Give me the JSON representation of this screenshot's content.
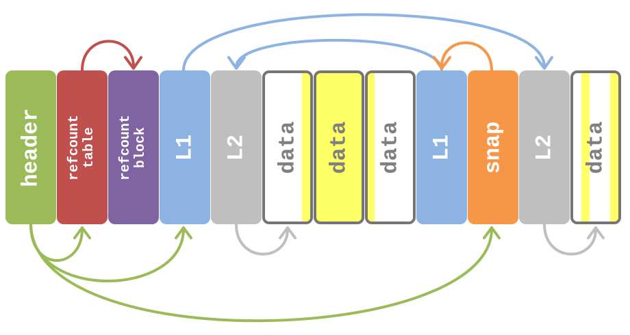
{
  "colors": {
    "header": "#9bbb59",
    "refcount_table": "#c0504d",
    "refcount_block": "#8064a2",
    "l1": "#8db3e2",
    "l2": "#bfbfbf",
    "snap": "#f79646",
    "data_highlight": "#ffff66",
    "data_border": "#757575",
    "data_text": "#7f7f7f",
    "label_light": "#ffffff"
  },
  "blocks": [
    {
      "label": "header"
    },
    {
      "label": "refcount\ntable"
    },
    {
      "label": "refcount\nblock"
    },
    {
      "label": "L1"
    },
    {
      "label": "L2"
    },
    {
      "label": "data"
    },
    {
      "label": "data"
    },
    {
      "label": "data"
    },
    {
      "label": "L1"
    },
    {
      "label": "snap"
    },
    {
      "label": "L2"
    },
    {
      "label": "data"
    }
  ],
  "arrows": [
    {
      "name": "refcount-table-to-refcount-block-arrow",
      "color": "#c0504d"
    },
    {
      "name": "first-l1-to-second-l2-arrow",
      "color": "#8db3e2"
    },
    {
      "name": "second-l1-to-first-l2-arrow",
      "color": "#8db3e2"
    },
    {
      "name": "snap-to-second-l1-arrow",
      "color": "#f79646"
    },
    {
      "name": "first-l2-to-data-arrow",
      "color": "#bfbfbf"
    },
    {
      "name": "second-l2-to-data-arrow",
      "color": "#bfbfbf"
    },
    {
      "name": "header-to-refcount-table-arrow",
      "color": "#9bbb59"
    },
    {
      "name": "header-to-first-l1-arrow",
      "color": "#9bbb59"
    },
    {
      "name": "header-to-snap-arrow",
      "color": "#9bbb59"
    }
  ]
}
